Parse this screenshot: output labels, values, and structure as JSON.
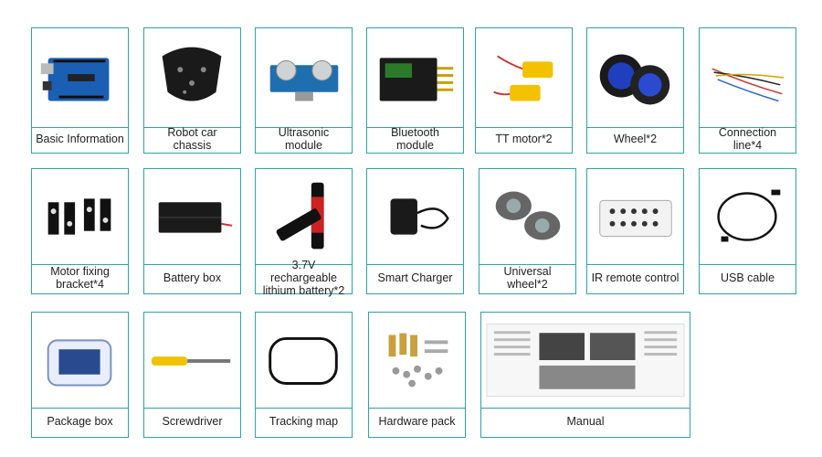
{
  "items": [
    {
      "label": "Basic Information"
    },
    {
      "label": "Robot car chassis"
    },
    {
      "label": "Ultrasonic module"
    },
    {
      "label": "Bluetooth module"
    },
    {
      "label": "TT motor*2"
    },
    {
      "label": "Wheel*2"
    },
    {
      "label": "Connection line*4"
    },
    {
      "label": "Motor fixing bracket*4"
    },
    {
      "label": "Battery box"
    },
    {
      "label": "3.7V rechargeable lithium battery*2"
    },
    {
      "label": "Smart Charger"
    },
    {
      "label": "Universal wheel*2"
    },
    {
      "label": "IR remote control"
    },
    {
      "label": "USB cable"
    },
    {
      "label": "Package box"
    },
    {
      "label": "Screwdriver"
    },
    {
      "label": "Tracking map"
    },
    {
      "label": "Hardware pack"
    },
    {
      "label": "Manual"
    }
  ],
  "colors": {
    "border": "#2aa6a6",
    "text": "#222222"
  }
}
